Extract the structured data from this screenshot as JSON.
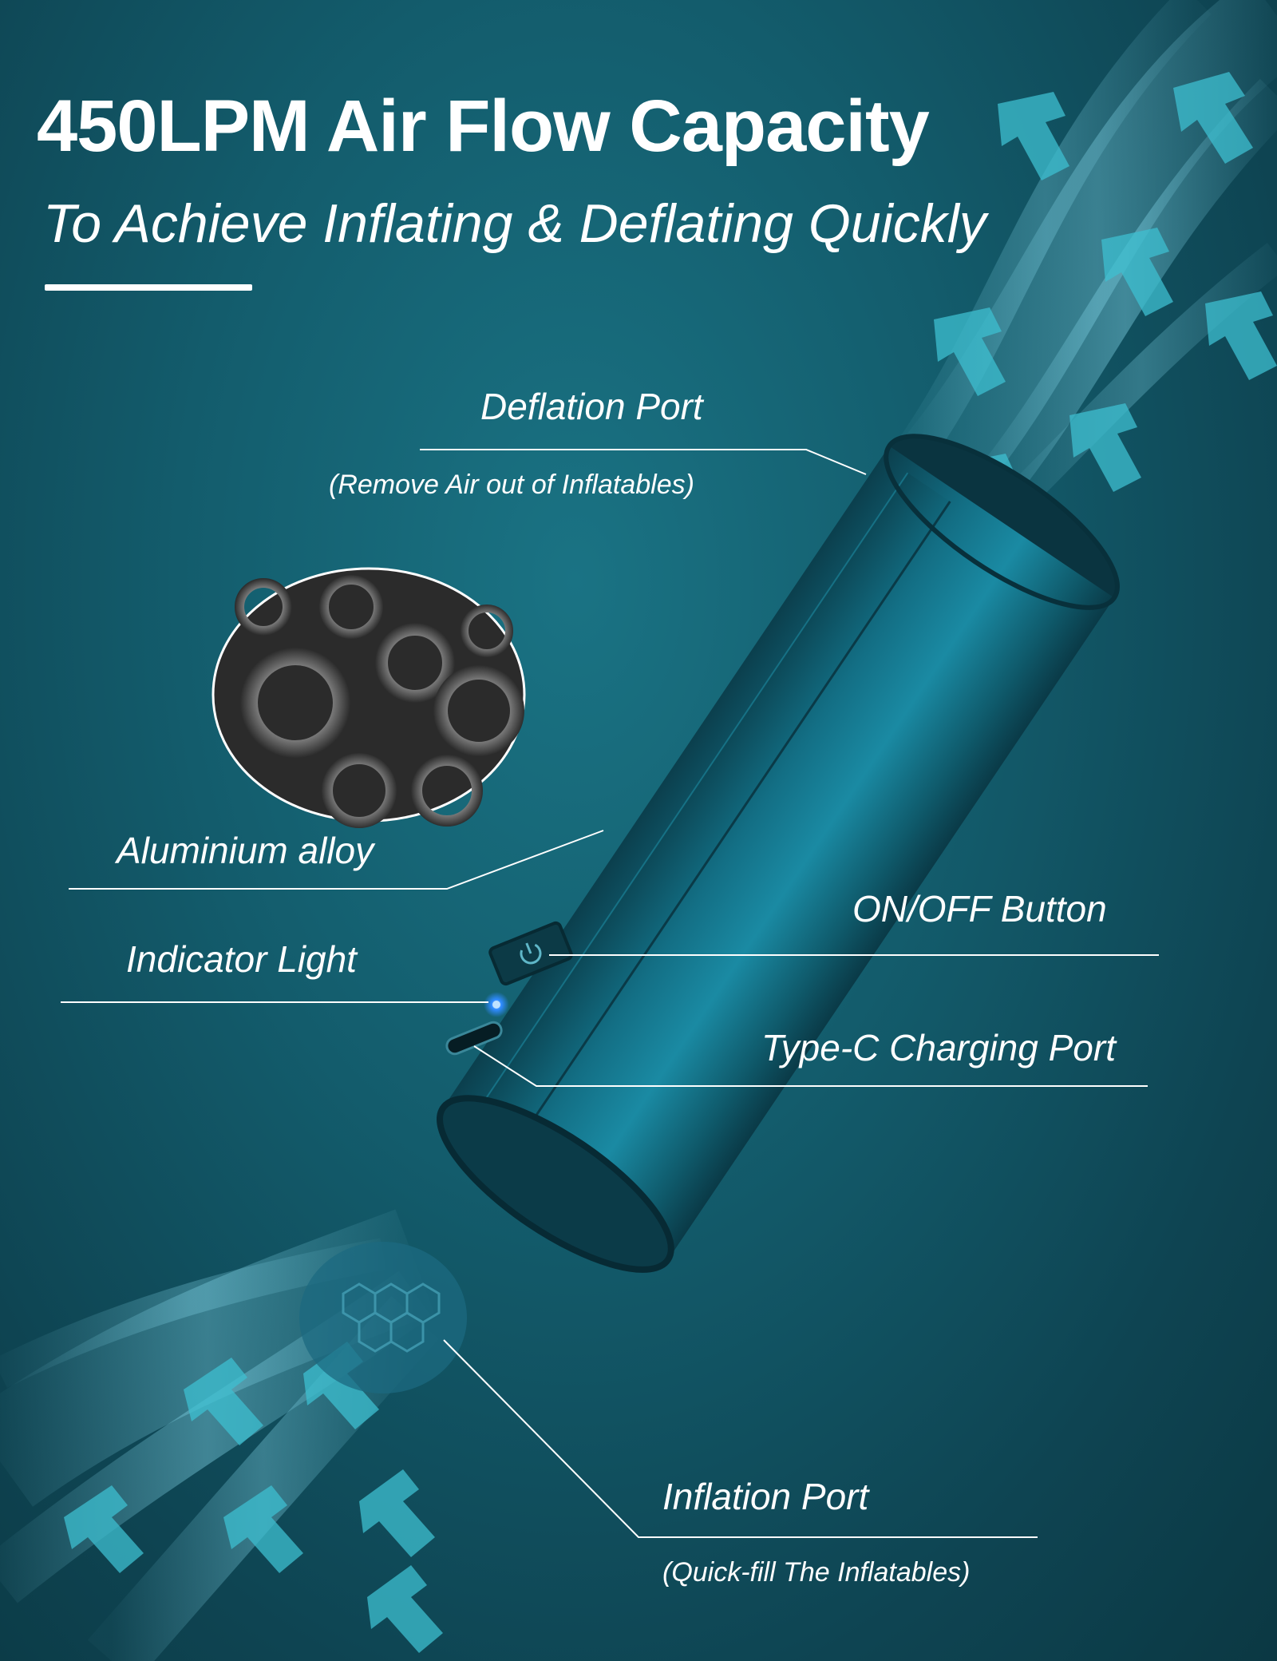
{
  "headline": {
    "title": "450LPM Air Flow Capacity",
    "subtitle": "To Achieve  Inflating & Deflating Quickly"
  },
  "callouts": {
    "deflation_port": {
      "label": "Deflation Port",
      "sub": "(Remove Air out of Inflatables)"
    },
    "material": {
      "label": "Aluminium alloy"
    },
    "indicator_light": {
      "label": "Indicator  Light"
    },
    "power_button": {
      "label": "ON/OFF Button"
    },
    "charging_port": {
      "label": "Type-C Charging Port"
    },
    "inflation_port": {
      "label": "Inflation Port",
      "sub": "(Quick-fill The Inflatables)"
    }
  },
  "colors": {
    "background": "#135c6c",
    "device_body": "#0f5e72",
    "airflow": "#6fd3ec",
    "arrows": "#3dbfd0",
    "indicator_led": "#2f8bff",
    "text": "#ffffff"
  },
  "icons": [
    "power-icon",
    "usb-c-port-icon",
    "airflow-arrow-icon"
  ]
}
